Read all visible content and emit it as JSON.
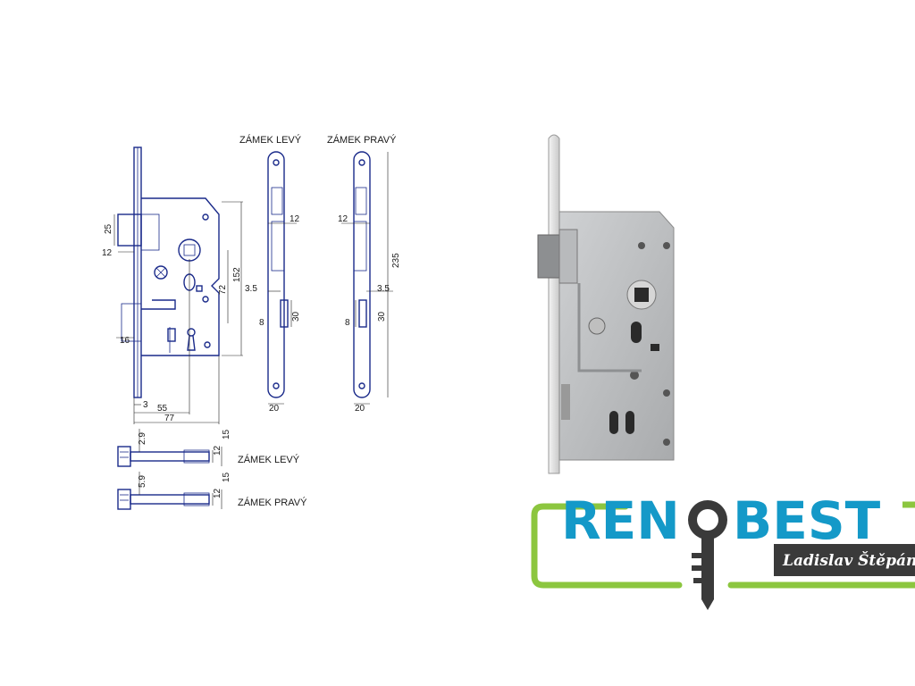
{
  "diagram": {
    "labels": {
      "top_left": "ZÁMEK LEVÝ",
      "top_right": "ZÁMEK PRAVÝ",
      "bottom_left": "ZÁMEK LEVÝ",
      "bottom_right": "ZÁMEK PRAVÝ"
    },
    "dimensions": {
      "d25": "25",
      "d12a": "12",
      "d16": "16",
      "d3": "3",
      "d55": "55",
      "d77": "77",
      "d152": "152",
      "d72": "72",
      "d235": "235",
      "d12_left": "12",
      "d35_left": "3.5",
      "d8_left": "8",
      "d30_left": "30",
      "d20_left": "20",
      "d12_right": "12",
      "d35_right": "3.5",
      "d8_right": "8",
      "d30_right": "30",
      "d20_right": "20",
      "d29": "2.9",
      "d12_key1": "12",
      "d15_key1": "15",
      "d59": "5.9",
      "d12_key2": "12",
      "d15_key2": "15"
    }
  },
  "logo": {
    "brand": "RENOBEST",
    "brand_part1": "REN",
    "brand_part2": "BEST",
    "owner": "Ladislav Štěpán",
    "colors": {
      "brand": "#1499c8",
      "frame": "#8cc63f",
      "key": "#3a3a3a",
      "owner_bg": "#3a3a3a"
    }
  }
}
